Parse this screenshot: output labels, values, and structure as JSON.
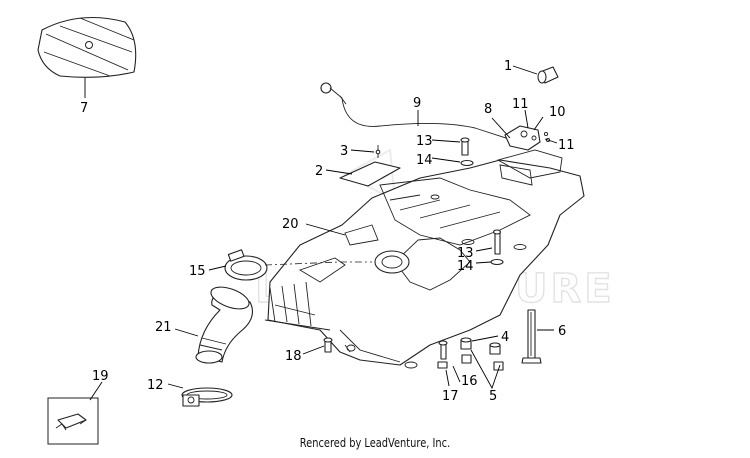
{
  "diagram": {
    "callouts": {
      "p1": "1",
      "p2": "2",
      "p3": "3",
      "p4": "4",
      "p5": "5",
      "p6": "6",
      "p7": "7",
      "p8": "8",
      "p9": "9",
      "p10": "10",
      "p11a": "11",
      "p11b": "11",
      "p12": "12",
      "p13a": "13",
      "p13b": "13",
      "p14a": "14",
      "p14b": "14",
      "p15": "15",
      "p16": "16",
      "p17": "17",
      "p18": "18",
      "p19": "19",
      "p20": "20",
      "p21": "21"
    },
    "watermark": "LEADVENTURE"
  },
  "footer": {
    "credit": "Rencered by LeadVenture, Inc."
  }
}
